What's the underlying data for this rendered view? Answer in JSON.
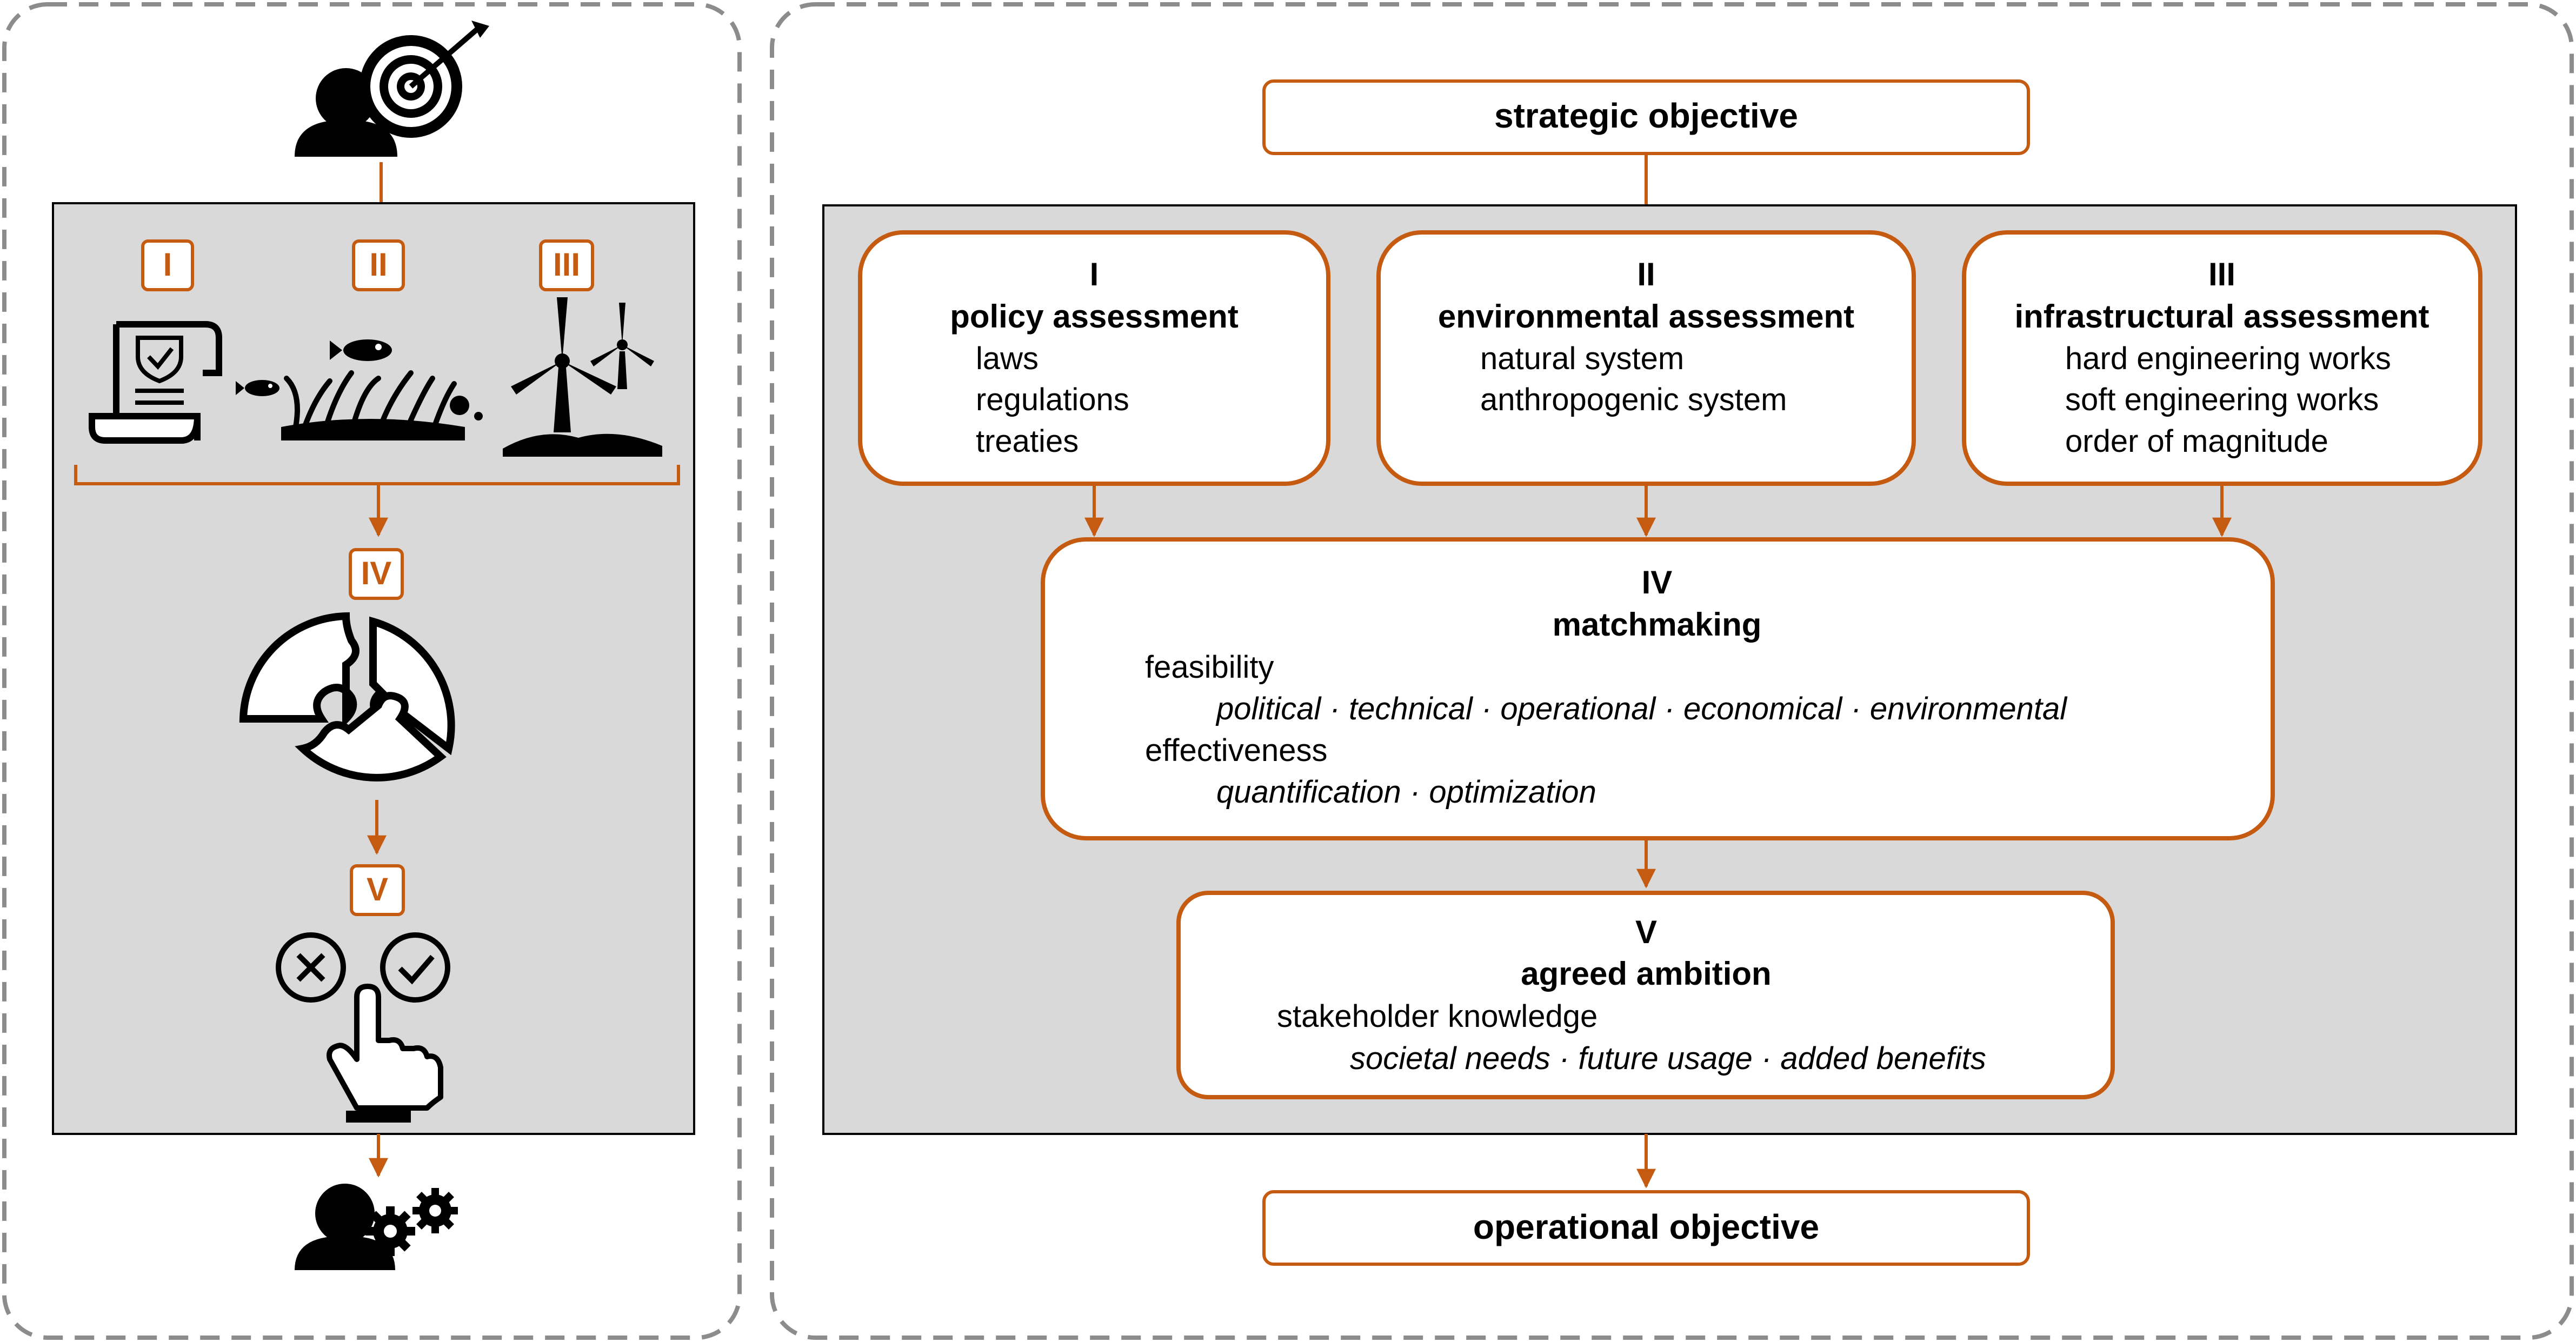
{
  "left_panel": {
    "steps": [
      {
        "numeral": "I",
        "icon": "policy-document-icon"
      },
      {
        "numeral": "II",
        "icon": "fish-reef-icon"
      },
      {
        "numeral": "III",
        "icon": "wind-turbine-icon"
      },
      {
        "numeral": "IV",
        "icon": "puzzle-icon"
      },
      {
        "numeral": "V",
        "icon": "decision-hand-icon"
      }
    ],
    "top_icon": "person-target-icon",
    "bottom_icon": "person-gears-icon"
  },
  "right_panel": {
    "strategic_objective": "strategic objective",
    "operational_objective": "operational objective",
    "policy": {
      "numeral": "I",
      "title": "policy assessment",
      "items": [
        "laws",
        "regulations",
        "treaties"
      ]
    },
    "environmental": {
      "numeral": "II",
      "title": "environmental assessment",
      "items": [
        "natural system",
        "anthropogenic system"
      ]
    },
    "infrastructural": {
      "numeral": "III",
      "title": "infrastructural assessment",
      "items": [
        "hard engineering works",
        "soft engineering works",
        "order of magnitude"
      ]
    },
    "matchmaking": {
      "numeral": "IV",
      "title": "matchmaking",
      "feasibility_label": "feasibility",
      "feasibility_detail": "political · technical · operational · economical · environmental",
      "effectiveness_label": "effectiveness",
      "effectiveness_detail": "quantification · optimization"
    },
    "agreed": {
      "numeral": "V",
      "title": "agreed ambition",
      "stakeholder_label": "stakeholder knowledge",
      "stakeholder_detail": "societal needs · future usage · added benefits"
    }
  },
  "colors": {
    "accent": "#c55a11",
    "panel_fill": "#d9d9d9",
    "dashed_border": "#7f7f7f",
    "icon": "#000000"
  }
}
